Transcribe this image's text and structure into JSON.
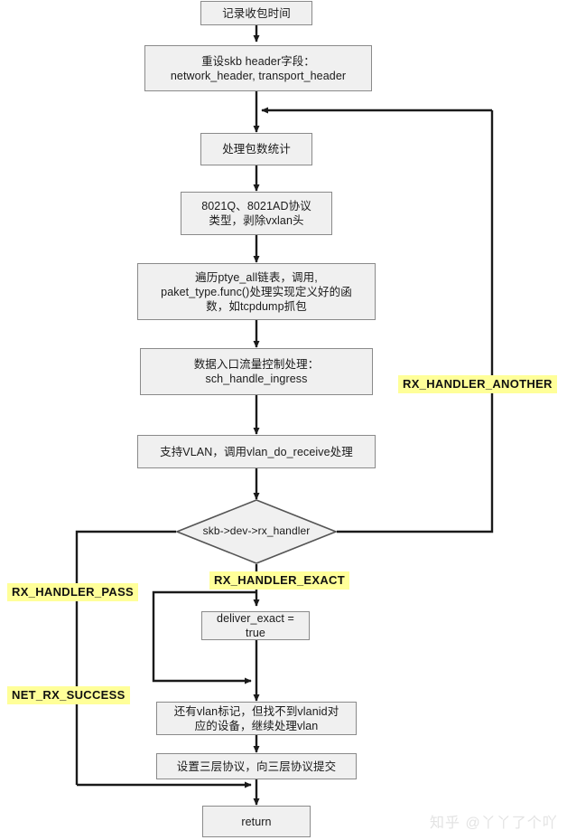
{
  "diagram": {
    "title": "Linux netif_receive_skb packet receive flow",
    "type": "flowchart",
    "box_fill": "#f0f0f0",
    "box_border": "#8a8a8a",
    "edge_color": "#1a1a1a",
    "tag_highlight": "#ffff99",
    "nodes": [
      {
        "id": "n1",
        "shape": "rect",
        "text": "记录收包时间"
      },
      {
        "id": "n2",
        "shape": "rect",
        "text": "重设skb header字段：\nnetwork_header, transport_header"
      },
      {
        "id": "n3",
        "shape": "rect",
        "text": "处理包数统计"
      },
      {
        "id": "n4",
        "shape": "rect",
        "text": "8021Q、8021AD协议\n类型，剥除vxlan头"
      },
      {
        "id": "n5",
        "shape": "rect",
        "text": "遍历ptye_all链表，调用,\npaket_type.func()处理实现定义好的函\n数，如tcpdump抓包"
      },
      {
        "id": "n6",
        "shape": "rect",
        "text": "数据入口流量控制处理：\nsch_handle_ingress"
      },
      {
        "id": "n7",
        "shape": "rect",
        "text": "支持VLAN，调用vlan_do_receive处理"
      },
      {
        "id": "n8",
        "shape": "diamond",
        "text": "skb->dev->rx_handler"
      },
      {
        "id": "n9",
        "shape": "rect",
        "text": "deliver_exact =\ntrue"
      },
      {
        "id": "n10",
        "shape": "rect",
        "text": "还有vlan标记，但找不到vlanid对\n应的设备，继续处理vlan"
      },
      {
        "id": "n11",
        "shape": "rect",
        "text": "设置三层协议，向三层协议提交"
      },
      {
        "id": "n12",
        "shape": "rect",
        "text": "return"
      }
    ],
    "tags": [
      {
        "id": "t1",
        "text": "RX_HANDLER_ANOTHER"
      },
      {
        "id": "t2",
        "text": "RX_HANDLER_EXACT"
      },
      {
        "id": "t3",
        "text": "RX_HANDLER_PASS"
      },
      {
        "id": "t4",
        "text": "NET_RX_SUCCESS"
      }
    ],
    "watermark": "知乎 @丫丫了个吖"
  }
}
